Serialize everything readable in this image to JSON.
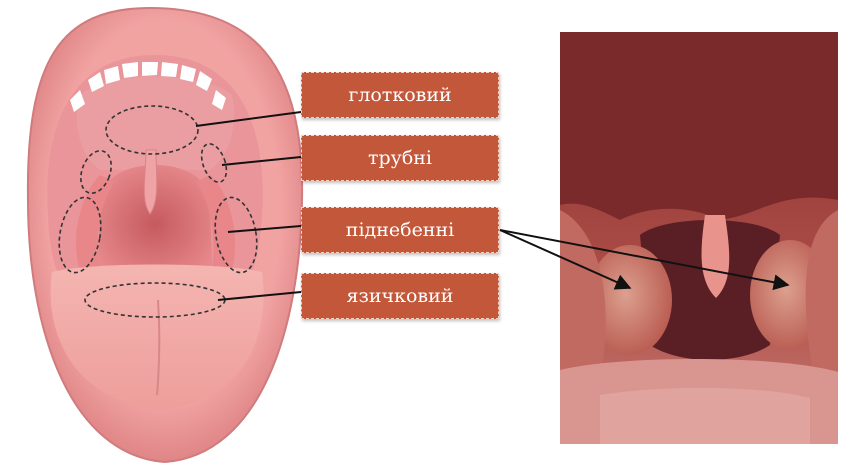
{
  "labels": {
    "pharyngeal": "глотковий",
    "tubal": "трубні",
    "palatine": "піднебенні",
    "lingual": "язичковий"
  },
  "colors": {
    "label_fill": "#c2573a",
    "lips": "#e8989a",
    "mucosa": "#e98f92",
    "throat": "#b04a50",
    "tongue": "#f1a9a6",
    "teeth": "#ffffff",
    "photo_palate": "#7a2a2a",
    "photo_tonsil": "#c96a6a"
  },
  "icons": {
    "illustration": "open-mouth-illustration-icon",
    "photo": "throat-photo-icon"
  }
}
